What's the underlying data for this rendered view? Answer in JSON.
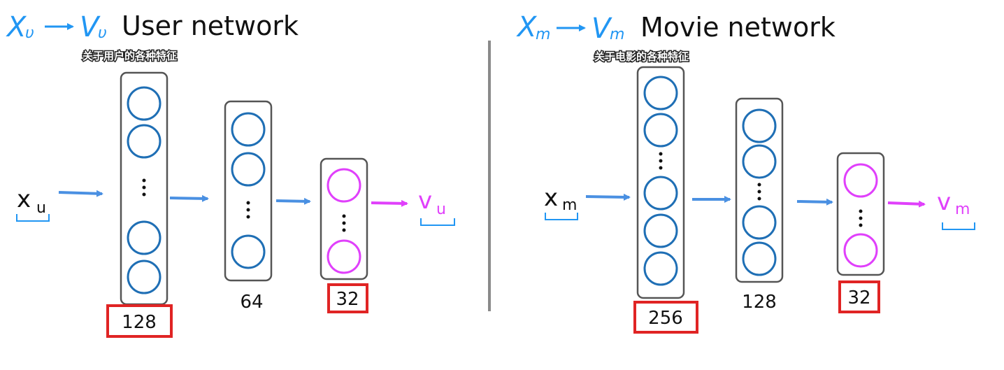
{
  "colors": {
    "blue_circle": "#1f6fb5",
    "blue_arrow": "#4a90e2",
    "handwriting_blue": "#2196f3",
    "magenta": "#e040fb",
    "box_stroke": "#555555",
    "highlight_red": "#e02424",
    "divider": "#8a8a8a",
    "text": "#111111"
  },
  "user": {
    "hand_x": "X",
    "hand_x_sub": "υ",
    "hand_v": "V",
    "hand_v_sub": "υ",
    "title": "User network",
    "caption": "关于用户的各种特征",
    "input_label": "x",
    "input_sub": "u",
    "output_label": "v",
    "output_sub": "u",
    "layers": [
      {
        "units": "128",
        "highlighted": true
      },
      {
        "units": "64",
        "highlighted": false
      },
      {
        "units": "32",
        "highlighted": true
      }
    ]
  },
  "movie": {
    "hand_x": "X",
    "hand_x_sub": "m",
    "hand_v": "V",
    "hand_v_sub": "m",
    "title": "Movie network",
    "caption": "关于电影的各种特征",
    "input_label": "x",
    "input_sub": "m",
    "output_label": "v",
    "output_sub": "m",
    "layers": [
      {
        "units": "256",
        "highlighted": true
      },
      {
        "units": "128",
        "highlighted": false
      },
      {
        "units": "32",
        "highlighted": true
      }
    ]
  }
}
